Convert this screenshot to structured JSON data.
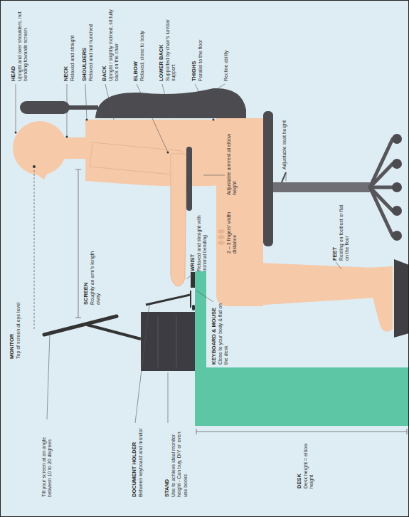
{
  "diagram": {
    "labels": [
      "HEAD",
      "Upright and over shoulders, not bending towards screen",
      "NECK",
      "Relaxed and straight",
      "SHOULDERS",
      "Relaxed and not hunched",
      "BACK",
      "Upright / slightly inclined, sit fully back on the chair",
      "ELBOW",
      "Relaxed, close to body",
      "LOWER BACK",
      "Supported by chair's lumbar support",
      "THIGHS",
      "Parallel to the floor",
      "Recline ability",
      "Adjustable seat height",
      "Adjustable armrest at elbow height",
      "2 – 3 fingers' width distance",
      "WRIST",
      "Relaxed and straight with minimal bending",
      "FEET",
      "Resting on footrest or flat on the floor",
      "KEYBOARD & MOUSE",
      "Close to your body & flat on the desk",
      "SCREEN",
      "Roughly an arm's length away",
      "MONITOR",
      "Top of screen at eye level",
      "Tilt your screen at an angle between 10 to 20 degrees",
      "DOCUMENT HOLDER",
      "Between keyboard and monitor",
      "STAND",
      "Use to achieve ideal monitor height - Can buy, DIY or even use books",
      "DESK",
      "Desk height = elbow height"
    ]
  }
}
